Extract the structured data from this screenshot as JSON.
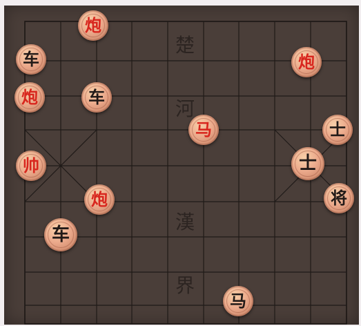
{
  "board": {
    "river_chars": [
      "楚",
      "河",
      "漢",
      "界"
    ],
    "background": "#4a3e39"
  },
  "pieces": [
    {
      "char": "炮",
      "color": "red"
    },
    {
      "char": "车",
      "color": "black"
    },
    {
      "char": "炮",
      "color": "red"
    },
    {
      "char": "炮",
      "color": "red"
    },
    {
      "char": "车",
      "color": "black"
    },
    {
      "char": "马",
      "color": "red"
    },
    {
      "char": "士",
      "color": "black"
    },
    {
      "char": "帅",
      "color": "red"
    },
    {
      "char": "士",
      "color": "black"
    },
    {
      "char": "炮",
      "color": "red"
    },
    {
      "char": "将",
      "color": "black"
    },
    {
      "char": "车",
      "color": "black"
    },
    {
      "char": "马",
      "color": "black"
    }
  ],
  "colors": {
    "red_text": "#d8261e",
    "black_text": "#221a18",
    "piece_face": "#eba98b"
  }
}
